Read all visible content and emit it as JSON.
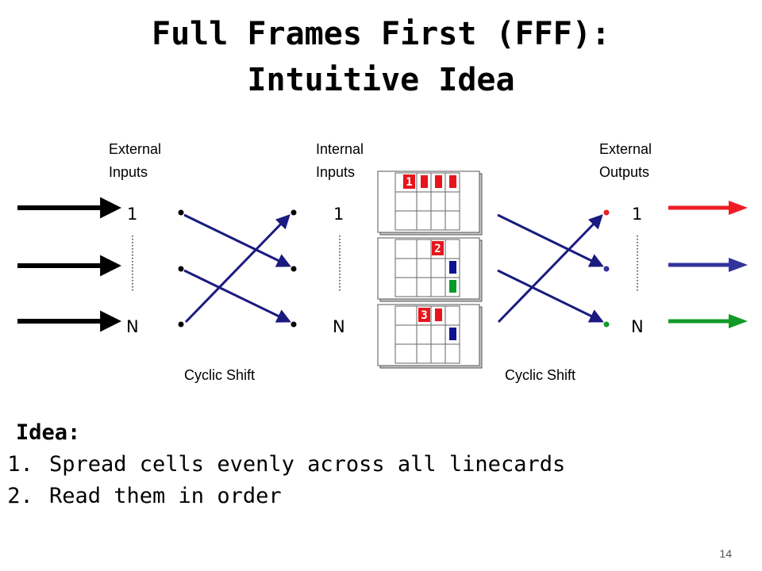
{
  "title": {
    "line1": "Full Frames First (FFF):",
    "line2": "Intuitive Idea"
  },
  "diagram": {
    "labels": {
      "external_inputs": [
        "External",
        "Inputs"
      ],
      "internal_inputs": [
        "Internal",
        "Inputs"
      ],
      "external_outputs": [
        "External",
        "Outputs"
      ]
    },
    "port_first": "1",
    "port_last": "N",
    "cyclic_shift_left": "Cyclic Shift",
    "cyclic_shift_right": "Cyclic Shift",
    "linecards": [
      {
        "badge": "1",
        "queued_cell_colors": [
          "red",
          "red",
          "red"
        ]
      },
      {
        "badge": "2",
        "queued_cell_colors": [
          "blue",
          "green"
        ]
      },
      {
        "badge": "3",
        "queued_cell_colors": [
          "red",
          "blue"
        ]
      }
    ],
    "output_arrow_colors": [
      "red",
      "blue",
      "green"
    ]
  },
  "idea": {
    "heading": "Idea:",
    "items": [
      "Spread cells evenly across all linecards",
      "Read them in order"
    ]
  },
  "page_number": "14",
  "colors": {
    "red": "#ee1c24",
    "blue": "#33339b",
    "green": "#119a28",
    "cell_red": "#e8141c",
    "cell_blue": "#101090",
    "cell_green": "#0a9a2a"
  }
}
